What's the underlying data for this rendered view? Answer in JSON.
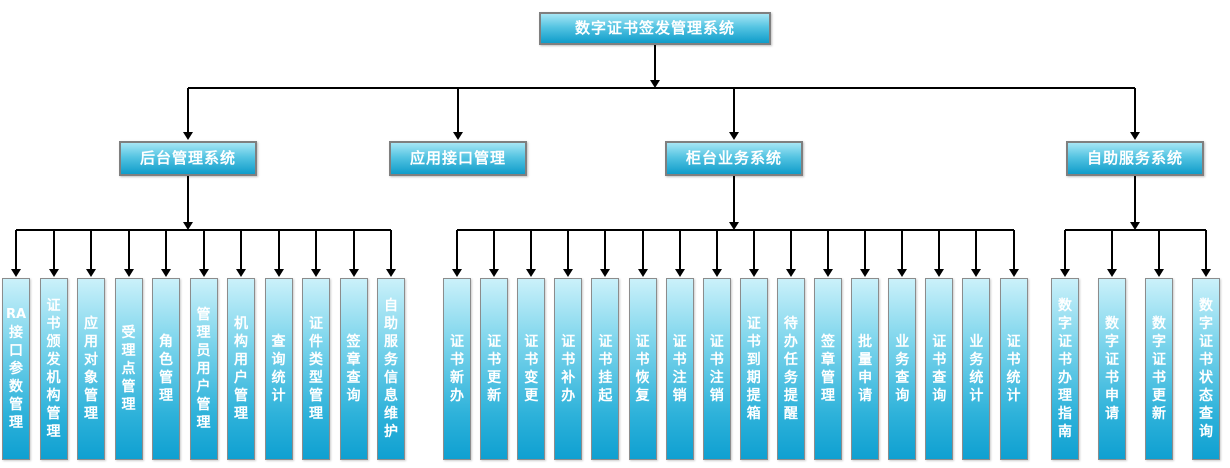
{
  "diagram": {
    "root": {
      "label": "数字证书签发管理系统"
    },
    "branches": [
      {
        "label": "后台管理系统",
        "children": [
          "RA接口参数管理",
          "证书颁发机构管理",
          "应用对象管理",
          "受理点管理",
          "角色管理",
          "管理员用户管理",
          "机构用户管理",
          "查询统计",
          "证件类型管理",
          "签章查询",
          "自助服务信息维护"
        ]
      },
      {
        "label": "应用接口管理",
        "children": []
      },
      {
        "label": "柜台业务系统",
        "children": [
          "证书新办",
          "证书更新",
          "证书变更",
          "证书补办",
          "证书挂起",
          "证书恢复",
          "证书注销",
          "证书注销",
          "证书到期提箱",
          "待办任务提醒",
          "签章管理",
          "批量申请",
          "业务查询",
          "证书查询",
          "业务统计",
          "证书统计"
        ]
      },
      {
        "label": "自助服务系统",
        "children": [
          "数字证书办理指南",
          "数字证书申请",
          "数字证书更新",
          "数字证书状态查询"
        ]
      }
    ],
    "colors": {
      "node_gradient_top": "#a6e6f5",
      "node_gradient_bottom": "#0f9cca",
      "leaf_gradient_top": "#cbf1fa",
      "leaf_gradient_bottom": "#0fa0d1",
      "box_border": "#7f7f7f",
      "connector": "#000000",
      "text": "#ffffff"
    }
  }
}
